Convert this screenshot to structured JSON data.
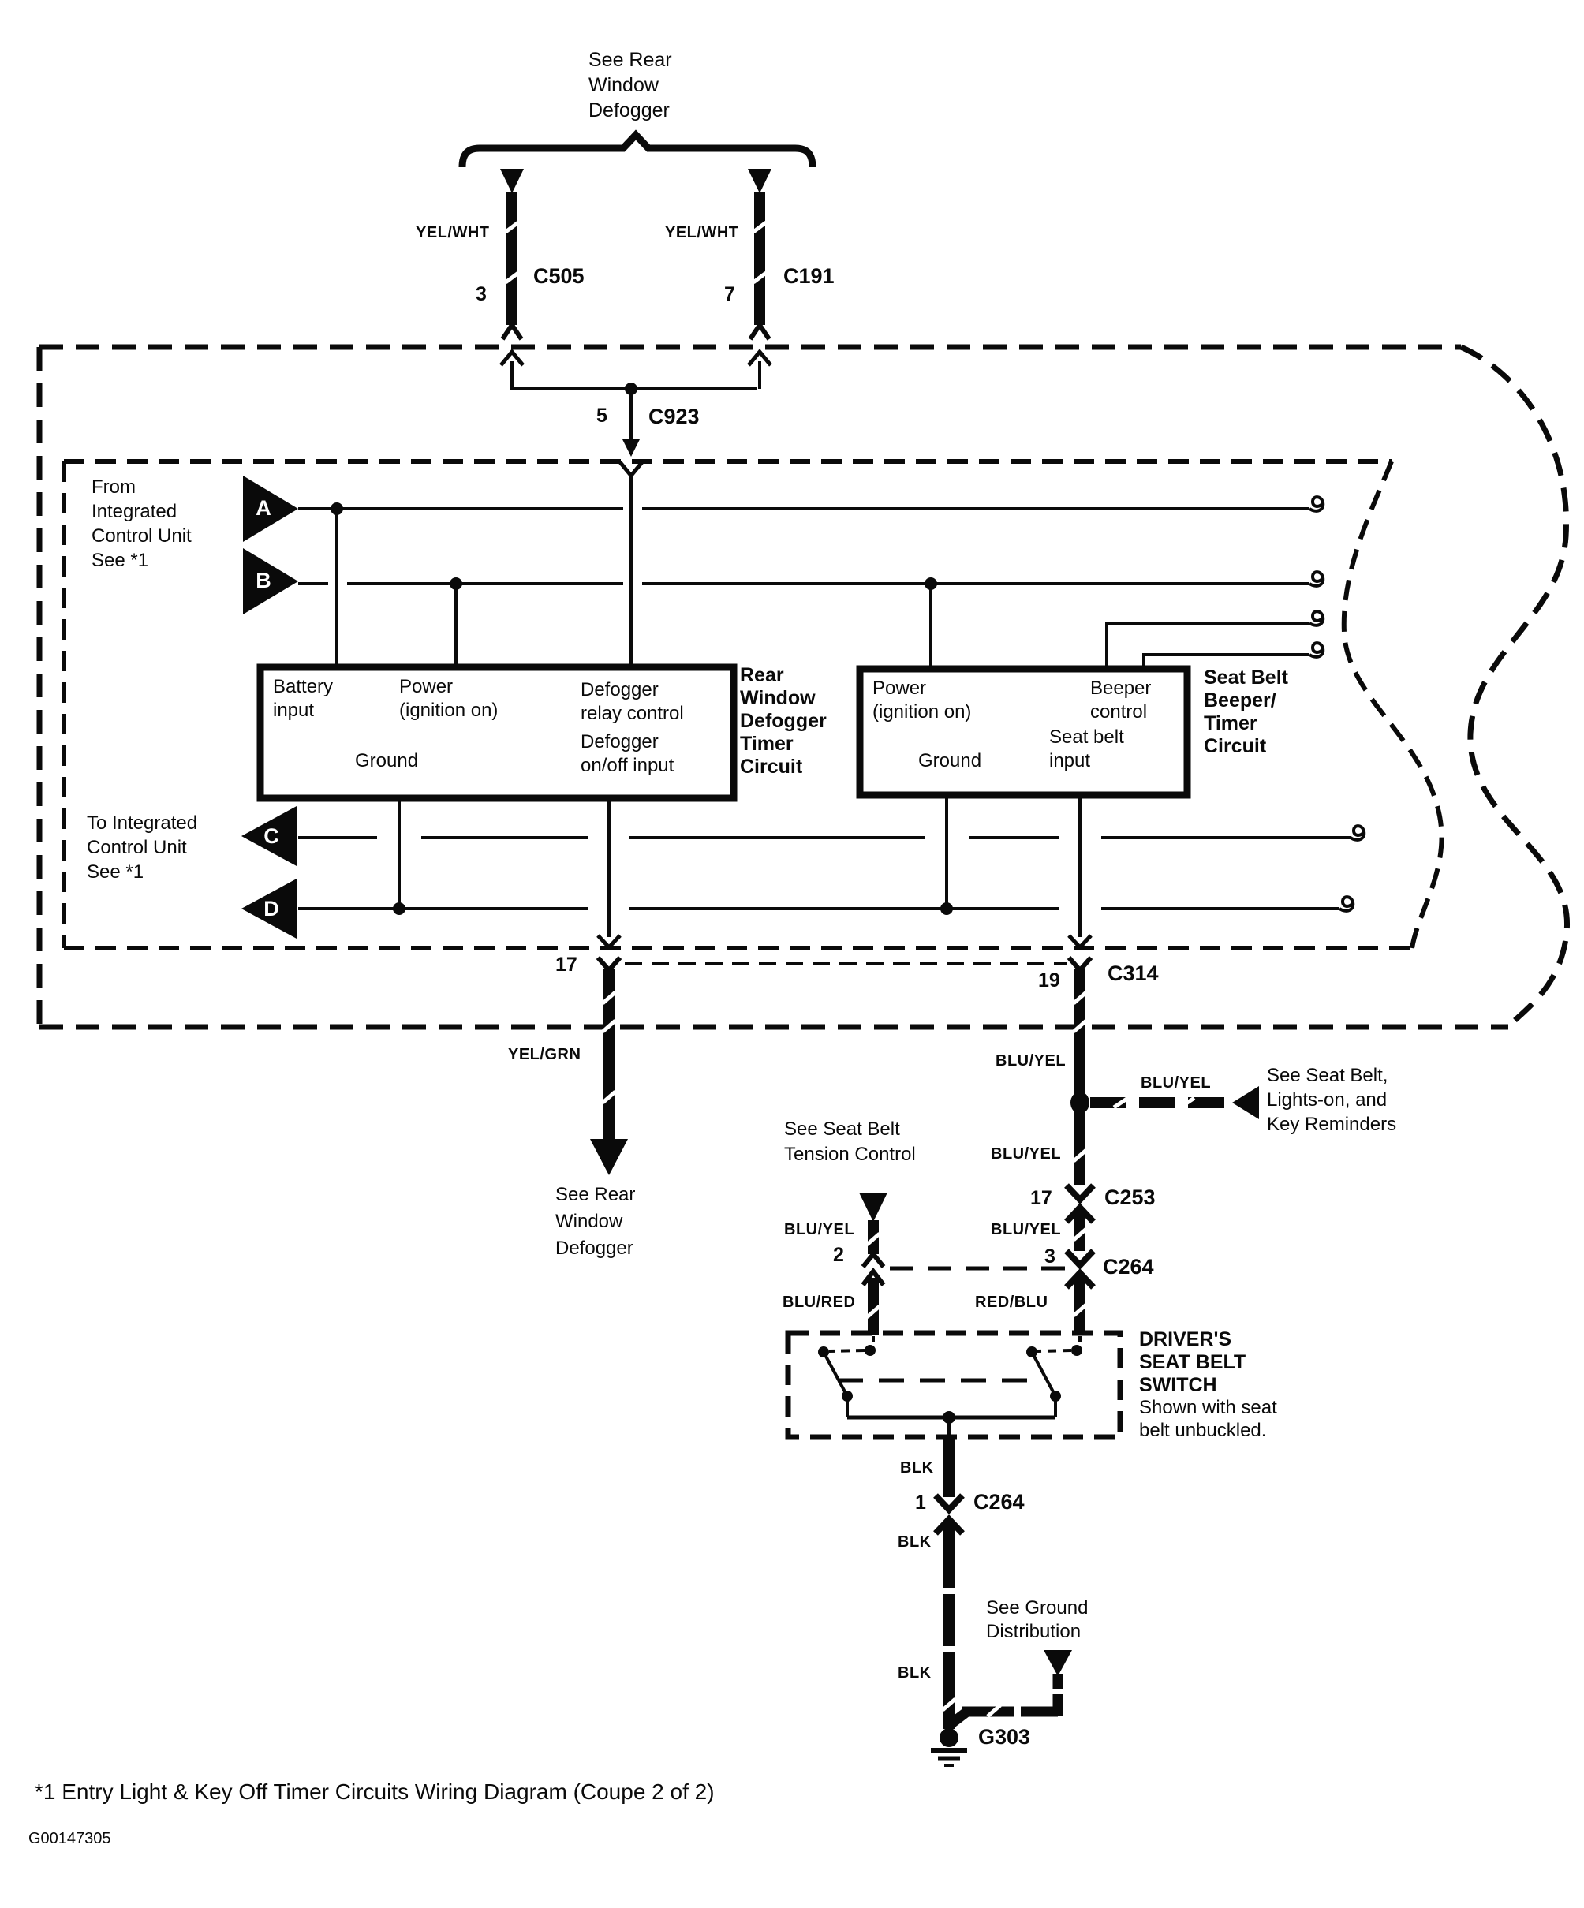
{
  "diagram": {
    "header_note": "See Rear\nWindow\nDefogger",
    "icu": {
      "from": "From\nIntegrated\nControl Unit\nSee *1",
      "to": "To Integrated\nControl Unit\nSee *1",
      "pins": {
        "a": "A",
        "b": "B",
        "c": "C",
        "d": "D"
      }
    },
    "connectors": {
      "c505": {
        "pin": "3",
        "name": "C505"
      },
      "c191": {
        "pin": "7",
        "name": "C191"
      },
      "c923": {
        "pin": "5",
        "name": "C923"
      },
      "exit_defogger": {
        "pin": "17"
      },
      "c314": {
        "pin": "19",
        "name": "C314"
      },
      "c253": {
        "pin": "17",
        "name": "C253"
      },
      "c264_upper": {
        "pin": "3",
        "name": "C264"
      },
      "tension_branch": {
        "pin": "2"
      },
      "c264_lower": {
        "pin": "1",
        "name": "C264"
      },
      "g303": {
        "name": "G303"
      }
    },
    "wire_labels": {
      "yel_wht_left": "YEL/WHT",
      "yel_wht_right": "YEL/WHT",
      "yel_grn": "YEL/GRN",
      "blu_yel_19": "BLU/YEL",
      "blu_yel_branch": "BLU/YEL",
      "blu_yel_above_c253": "BLU/YEL",
      "blu_yel_left": "BLU/YEL",
      "blu_yel_right": "BLU/YEL",
      "blu_red": "BLU/RED",
      "red_blu": "RED/BLU",
      "blk_1": "BLK",
      "blk_2": "BLK",
      "blk_3": "BLK"
    },
    "defogger_box": {
      "battery_input": "Battery\ninput",
      "power": "Power\n(ignition on)",
      "relay_control": "Defogger\nrelay control",
      "onoff_input": "Defogger\non/off input",
      "ground": "Ground",
      "side_label": "Rear\nWindow\nDefogger\nTimer\nCircuit"
    },
    "seat_belt_box": {
      "power": "Power\n(ignition on)",
      "beeper_control": "Beeper\ncontrol",
      "seat_belt_input": "Seat belt\ninput",
      "ground": "Ground",
      "side_label": "Seat Belt\nBeeper/\nTimer\nCircuit"
    },
    "notes": {
      "see_rear_window_defogger": "See Rear\nWindow\nDefogger",
      "see_seat_belt_reminders": "See Seat Belt,\nLights-on, and\nKey Reminders",
      "see_seat_belt_tension": "See Seat Belt\nTension Control",
      "see_ground_distribution": "See Ground\nDistribution"
    },
    "switch": {
      "title": "DRIVER'S\nSEAT BELT\nSWITCH",
      "note": "Shown with seat\nbelt unbuckled."
    },
    "caption": "*1 Entry Light & Key Off Timer Circuits Wiring Diagram (Coupe 2 of 2)",
    "figure_id": "G00147305"
  }
}
